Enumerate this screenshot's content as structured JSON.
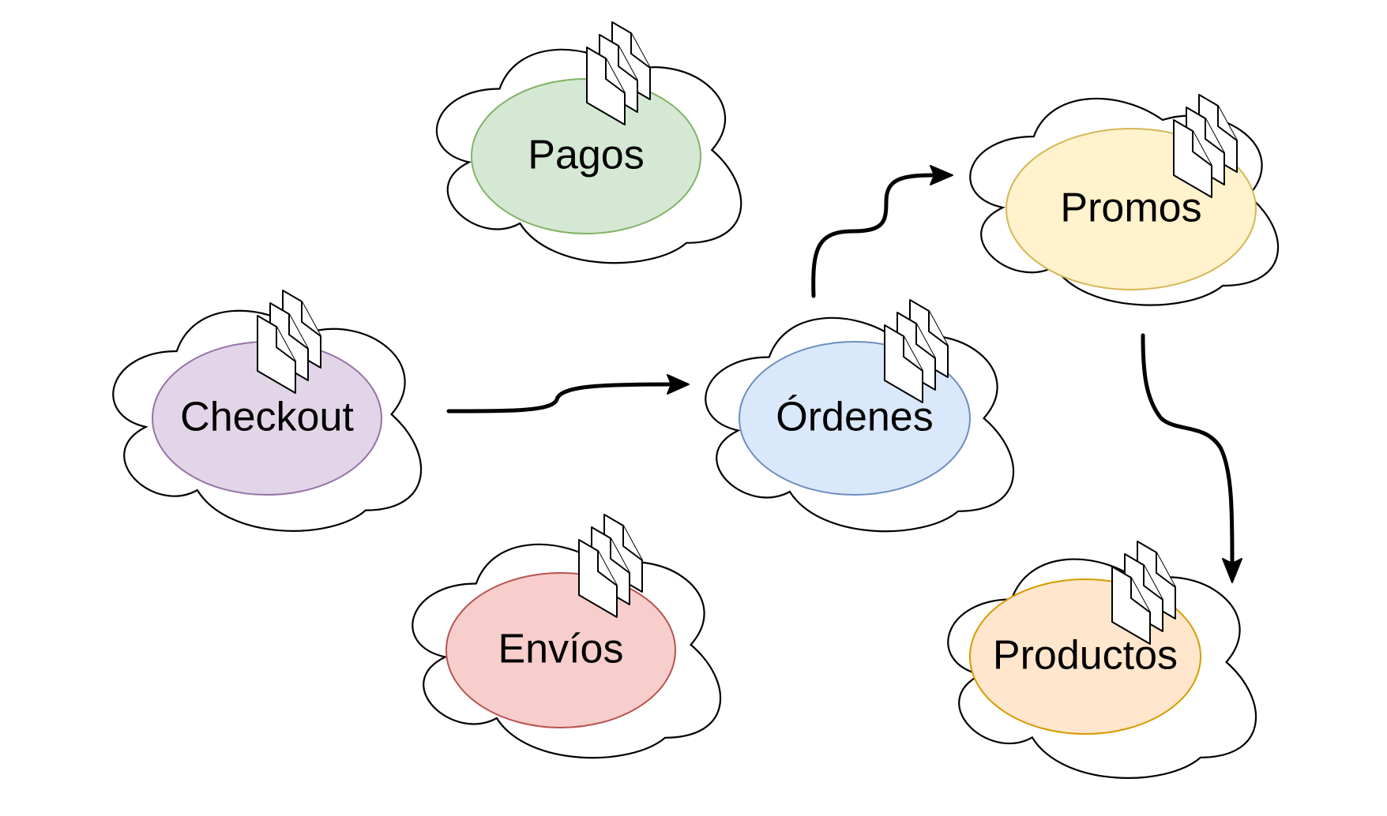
{
  "nodes": [
    {
      "id": "pagos",
      "label": "Pagos",
      "fill": "#d5e8d4",
      "stroke": "#82b366"
    },
    {
      "id": "checkout",
      "label": "Checkout",
      "fill": "#e1d5e7",
      "stroke": "#9673a6"
    },
    {
      "id": "ordenes",
      "label": "Órdenes",
      "fill": "#dae8fc",
      "stroke": "#6c8ebf"
    },
    {
      "id": "promos",
      "label": "Promos",
      "fill": "#fff2cc",
      "stroke": "#d6b656"
    },
    {
      "id": "envios",
      "label": "Envíos",
      "fill": "#f8cecc",
      "stroke": "#b85450"
    },
    {
      "id": "productos",
      "label": "Productos",
      "fill": "#ffe6cc",
      "stroke": "#d79b00"
    }
  ],
  "edges": [
    {
      "from": "checkout",
      "to": "ordenes"
    },
    {
      "from": "ordenes",
      "to": "promos"
    },
    {
      "from": "promos",
      "to": "productos"
    }
  ],
  "icons": {
    "cloud": "cloud-icon",
    "documents": "documents-icon"
  }
}
